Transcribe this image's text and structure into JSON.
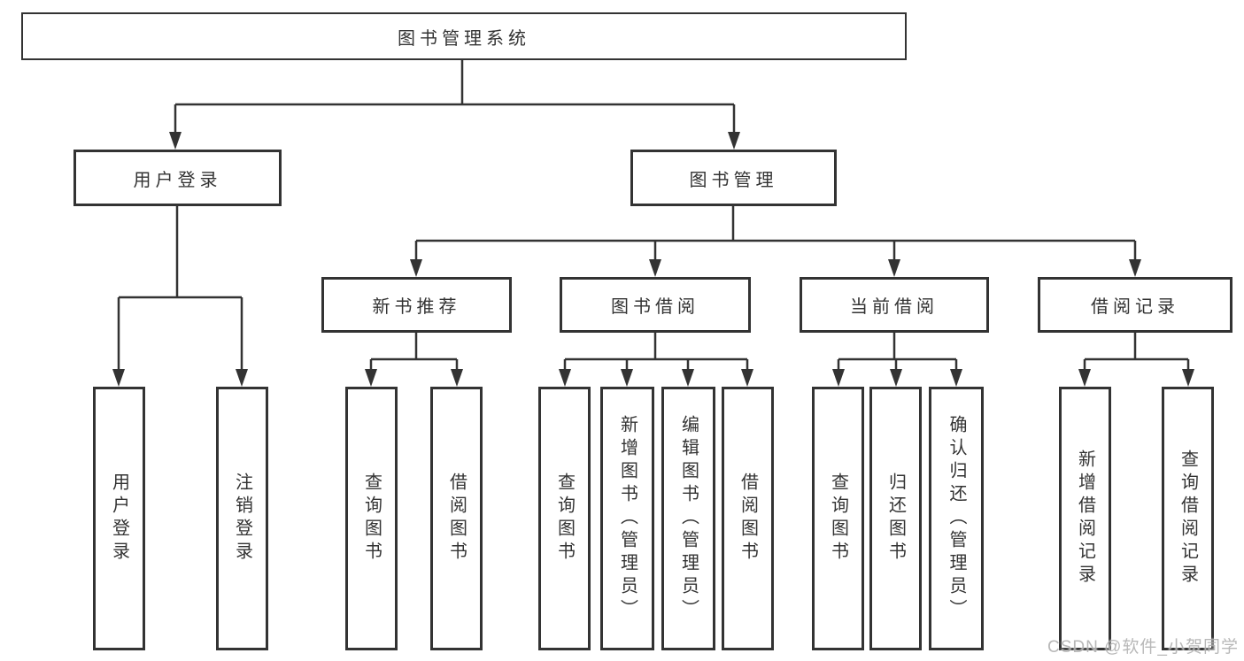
{
  "tree": {
    "root": "图书管理系统",
    "user_login": {
      "label": "用户登录",
      "children": [
        "用户登录",
        "注销登录"
      ]
    },
    "book_mgmt": {
      "label": "图书管理",
      "groups": [
        {
          "label": "新书推荐",
          "children": [
            "查询图书",
            "借阅图书"
          ]
        },
        {
          "label": "图书借阅",
          "children": [
            "查询图书",
            "新增图书（管理员）",
            "编辑图书（管理员）",
            "借阅图书"
          ]
        },
        {
          "label": "当前借阅",
          "children": [
            "查询图书",
            "归还图书",
            "确认归还（管理员）"
          ]
        },
        {
          "label": "借阅记录",
          "children": [
            "新增借阅记录",
            "查询借阅记录"
          ]
        }
      ]
    }
  },
  "watermark": "CSDN @软件_小贺同学",
  "colors": {
    "line": "#333333",
    "text": "#333333",
    "background": "#ffffff",
    "watermark": "#a6a6a6"
  }
}
